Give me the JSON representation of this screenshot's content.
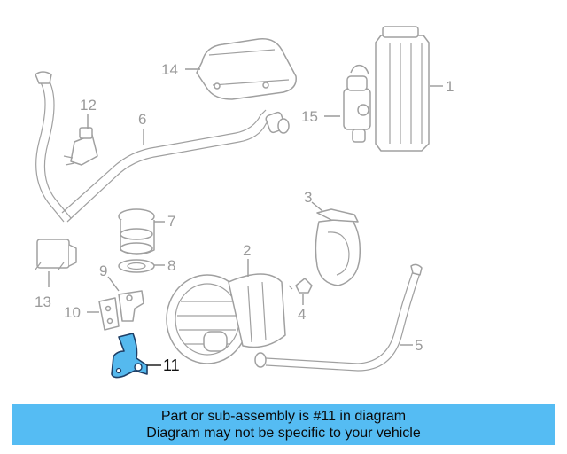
{
  "callouts": {
    "c1": "1",
    "c2": "2",
    "c3": "3",
    "c4": "4",
    "c5": "5",
    "c6": "6",
    "c7": "7",
    "c8": "8",
    "c9": "9",
    "c10": "10",
    "c11": "11",
    "c12": "12",
    "c13": "13",
    "c14": "14",
    "c15": "15"
  },
  "highlight": {
    "part": "11",
    "color": "#55b9ee"
  },
  "banner": {
    "line1": "Part or sub-assembly is #11 in diagram",
    "line2": "Diagram may not be specific to your vehicle",
    "color": "#55bcf3"
  }
}
